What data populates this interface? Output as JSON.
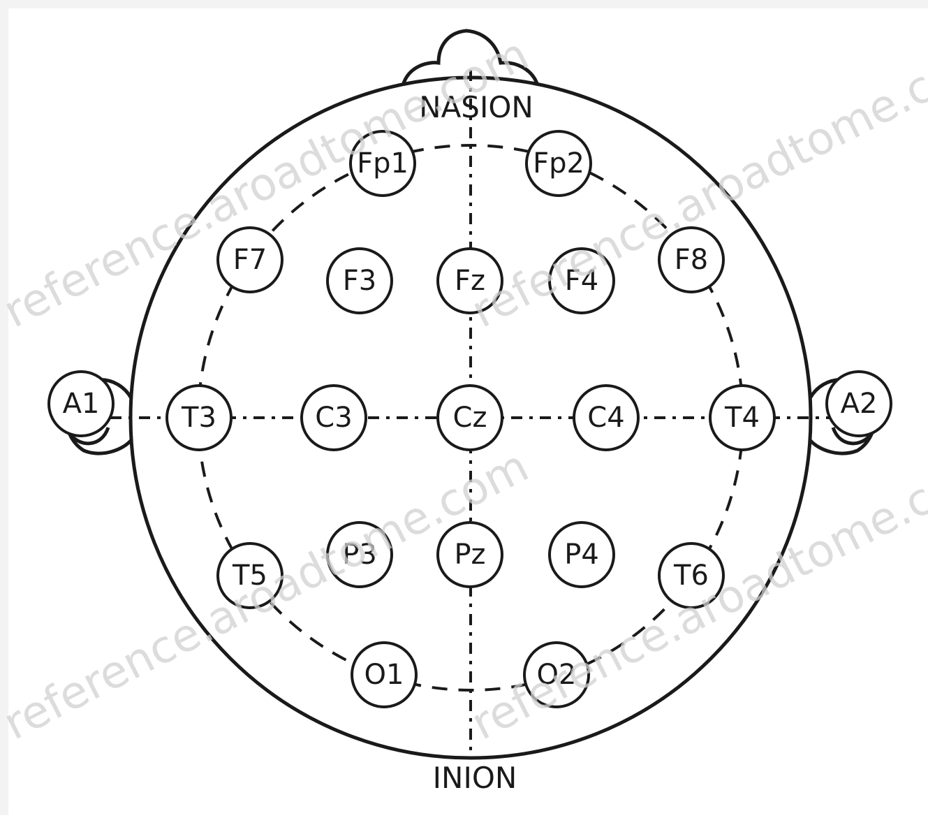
{
  "landmarks": {
    "top": "NASION",
    "bottom": "INION"
  },
  "electrodes": [
    {
      "id": "fp1",
      "label": "Fp1"
    },
    {
      "id": "fp2",
      "label": "Fp2"
    },
    {
      "id": "f7",
      "label": "F7"
    },
    {
      "id": "f3",
      "label": "F3"
    },
    {
      "id": "fz",
      "label": "Fz"
    },
    {
      "id": "f4",
      "label": "F4"
    },
    {
      "id": "f8",
      "label": "F8"
    },
    {
      "id": "a1",
      "label": "A1"
    },
    {
      "id": "t3",
      "label": "T3"
    },
    {
      "id": "c3",
      "label": "C3"
    },
    {
      "id": "cz",
      "label": "Cz"
    },
    {
      "id": "c4",
      "label": "C4"
    },
    {
      "id": "t4",
      "label": "T4"
    },
    {
      "id": "a2",
      "label": "A2"
    },
    {
      "id": "t5",
      "label": "T5"
    },
    {
      "id": "p3",
      "label": "P3"
    },
    {
      "id": "pz",
      "label": "Pz"
    },
    {
      "id": "p4",
      "label": "P4"
    },
    {
      "id": "t6",
      "label": "T6"
    },
    {
      "id": "o1",
      "label": "O1"
    },
    {
      "id": "o2",
      "label": "O2"
    }
  ],
  "watermark": {
    "text": "reference.aroadtome.com"
  }
}
